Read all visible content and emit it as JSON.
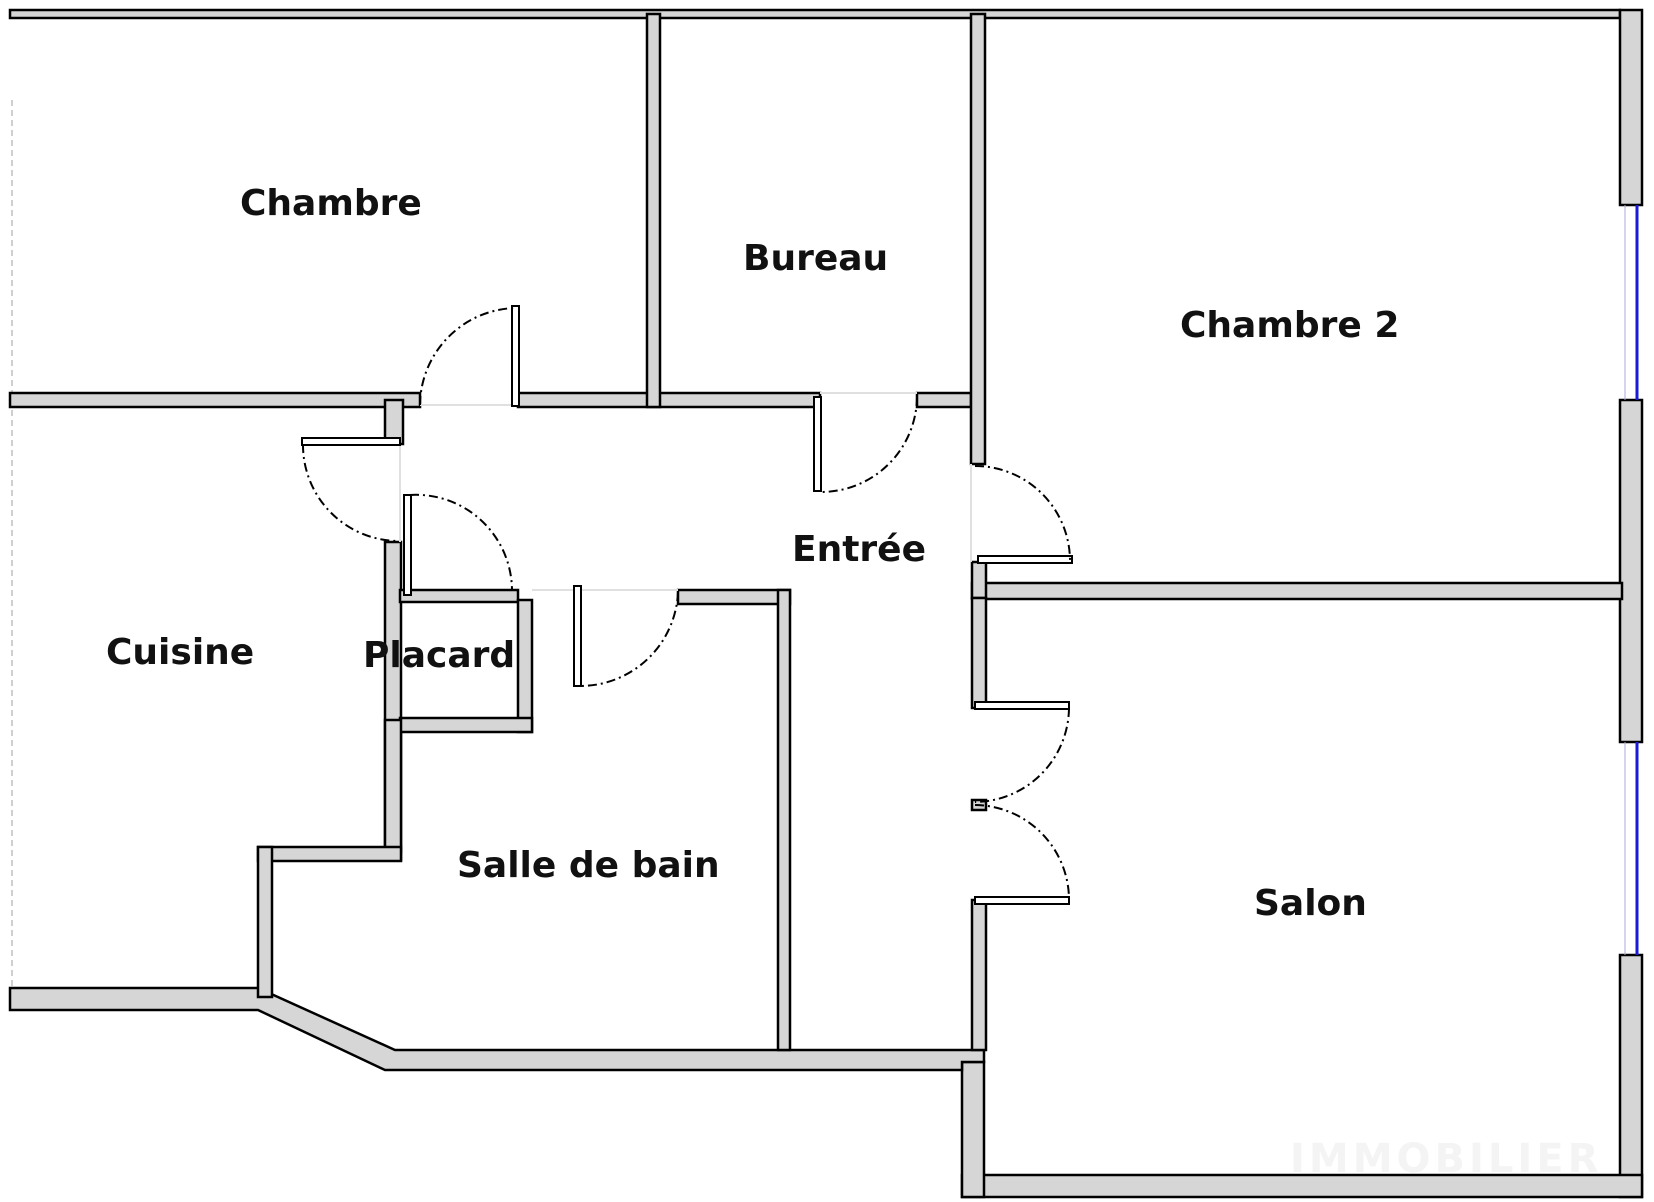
{
  "rooms": {
    "chambre": "Chambre",
    "bureau": "Bureau",
    "chambre2": "Chambre 2",
    "entree": "Entrée",
    "cuisine": "Cuisine",
    "placard": "Placard",
    "salle_de_bain": "Salle de bain",
    "salon": "Salon"
  },
  "watermark": "IMMOBILIER",
  "colors": {
    "wall_fill": "#d6d6d6",
    "wall_outline": "#000000",
    "window": "#1a1ad6",
    "background": "#ffffff"
  }
}
